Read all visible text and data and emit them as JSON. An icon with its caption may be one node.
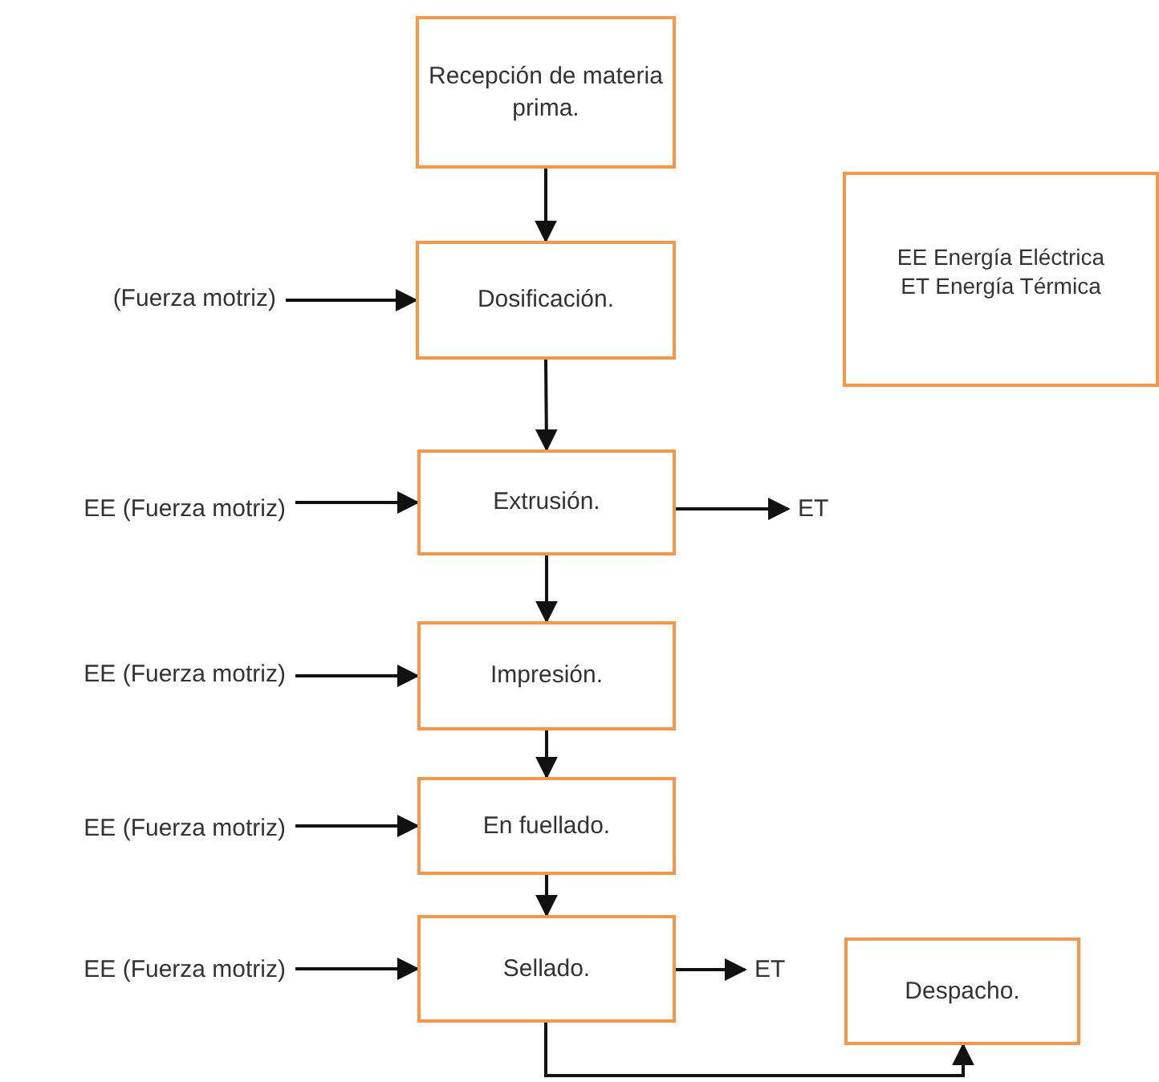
{
  "diagram": {
    "nodes": [
      {
        "text": [
          "Recepción de materia prima."
        ]
      },
      {
        "text": [
          "Dosificación."
        ]
      },
      {
        "text": [
          "Extrusión."
        ]
      },
      {
        "text": [
          "Impresión."
        ]
      },
      {
        "text": [
          "En fuellado."
        ]
      },
      {
        "text": [
          "Sellado."
        ]
      },
      {
        "text": [
          "Despacho."
        ]
      },
      {
        "text": [
          "EE Energía Eléctrica",
          "ET Energía Térmica"
        ]
      },
      {
        "text": [
          "(Fuerza motriz)"
        ]
      },
      {
        "text": [
          "EE (Fuerza motriz)"
        ]
      },
      {
        "text": [
          "ET"
        ]
      },
      {
        "text": [
          "EE (Fuerza motriz)"
        ]
      },
      {
        "text": [
          "EE (Fuerza motriz)"
        ]
      },
      {
        "text": [
          "EE (Fuerza motriz)"
        ]
      },
      {
        "text": [
          "ET"
        ]
      }
    ],
    "edges": [
      {
        "from": 0,
        "to": 1,
        "arrow": "to"
      },
      {
        "from": 1,
        "to": 2,
        "arrow": "to"
      },
      {
        "from": 2,
        "to": 3,
        "arrow": "to"
      },
      {
        "from": 3,
        "to": 4,
        "arrow": "to"
      },
      {
        "from": 4,
        "to": 5,
        "arrow": "to"
      },
      {
        "from": 5,
        "to": 6,
        "arrow": "to"
      },
      {
        "from": 8,
        "to": 1,
        "arrow": "to"
      },
      {
        "from": 9,
        "to": 2,
        "arrow": "to"
      },
      {
        "from": 2,
        "to": 10,
        "arrow": "to"
      },
      {
        "from": 11,
        "to": 3,
        "arrow": "to"
      },
      {
        "from": 12,
        "to": 4,
        "arrow": "to"
      },
      {
        "from": 13,
        "to": 5,
        "arrow": "to"
      },
      {
        "from": 5,
        "to": 14,
        "arrow": "to"
      }
    ]
  }
}
